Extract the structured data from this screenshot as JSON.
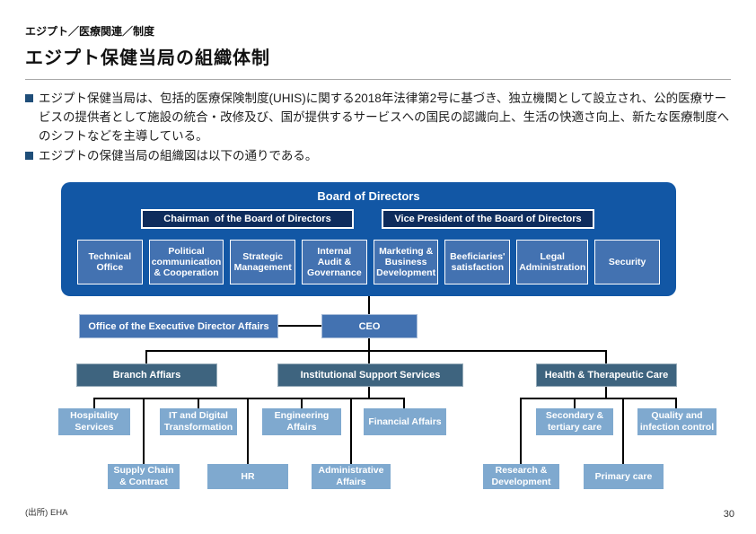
{
  "page": {
    "kicker": "エジプト／医療関連／制度",
    "title": "エジプト保健当局の組織体制",
    "bullets": [
      "エジプト保健当局は、包括的医療保険制度(UHIS)に関する2018年法律第2号に基づき、独立機関として設立され、公的医療サービスの提供者として施設の統合・改修及び、国が提供するサービスへの国民の認識向上、生活の快適さ向上、新たな医療制度へのシフトなどを主導している。",
      "エジプトの保健当局の組織図は以下の通りである。"
    ],
    "source": "(出所) EHA",
    "page_number": "30"
  },
  "org_chart": {
    "board": {
      "title": "Board of Directors",
      "chairman": "Chairman  of the Board of Directors",
      "vice_president": "Vice President of the Board of Directors",
      "departments": [
        "Technical Office",
        "Political communication & Cooperation",
        "Strategic Management",
        "Internal Audit & Governance",
        "Marketing & Business Development",
        "Beeficiaries' satisfaction",
        "Legal Administration",
        "Security"
      ]
    },
    "executive": {
      "office": "Office of the Executive Director Affairs",
      "ceo": "CEO"
    },
    "divisions": [
      "Branch Affiars",
      "Institutional Support Services",
      "Health & Therapeutic Care"
    ],
    "support_units_row1": [
      "Hospitality Services",
      "IT and Digital Transformation",
      "Engineering Affairs",
      "Financial Affairs"
    ],
    "support_units_row2": [
      "Supply Chain & Contract",
      "HR",
      "Administrative Affairs"
    ],
    "care_units_row1": [
      "Secondary & tertiary care",
      "Quality and infection control"
    ],
    "care_units_row2": [
      "Research & Development",
      "Primary care"
    ],
    "colors": {
      "board_panel": "#1257a5",
      "board_header_box": "#0e2c5c",
      "department_box": "#4372b1",
      "division_box": "#3e647f",
      "unit_box": "#7fa9cf",
      "bullet_square": "#1f4e79",
      "connector": "#000000"
    }
  }
}
